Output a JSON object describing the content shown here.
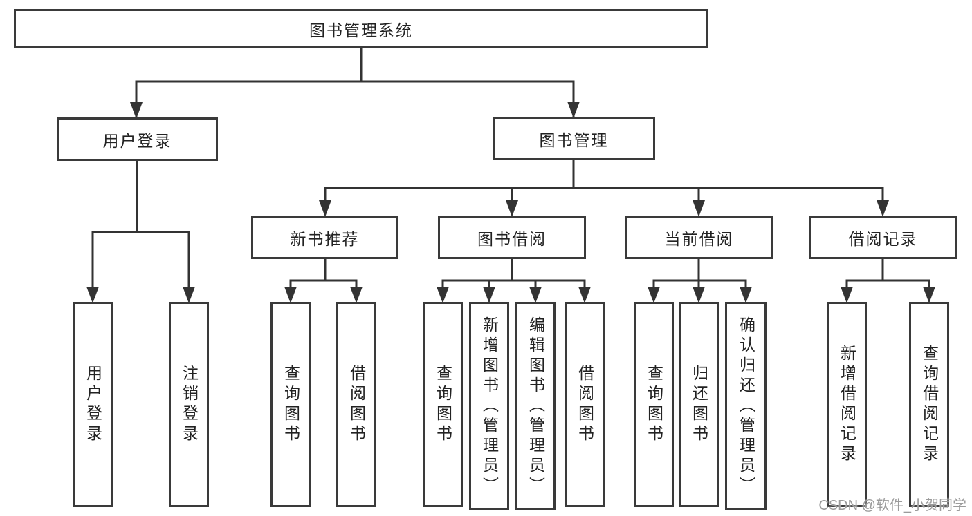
{
  "diagram": {
    "type": "tree-structure-chart",
    "title": "图书管理系统",
    "colors": {
      "background": "#ffffff",
      "box_border": "#3a3a3a",
      "line": "#333333",
      "text": "#222222",
      "watermark": "#9b9b9b"
    },
    "nodes": {
      "root": {
        "label": "图书管理系统"
      },
      "user_login": {
        "label": "用户登录"
      },
      "book_mgmt": {
        "label": "图书管理"
      },
      "new_book_rec": {
        "label": "新书推荐"
      },
      "book_borrow": {
        "label": "图书借阅"
      },
      "current_borrow": {
        "label": "当前借阅"
      },
      "borrow_record": {
        "label": "借阅记录"
      },
      "login": {
        "label": "用户登录"
      },
      "logout": {
        "label": "注销登录"
      },
      "query_book_1": {
        "label": "查询图书"
      },
      "borrow_book_1": {
        "label": "借阅图书"
      },
      "query_book_2": {
        "label": "查询图书"
      },
      "add_book": {
        "label": "新增图书（管理员）"
      },
      "edit_book": {
        "label": "编辑图书（管理员）"
      },
      "borrow_book_2": {
        "label": "借阅图书"
      },
      "query_book_3": {
        "label": "查询图书"
      },
      "return_book": {
        "label": "归还图书"
      },
      "confirm_return": {
        "label": "确认归还（管理员）"
      },
      "add_record": {
        "label": "新增借阅记录"
      },
      "query_record": {
        "label": "查询借阅记录"
      }
    },
    "hierarchy": {
      "图书管理系统": {
        "用户登录": [
          "用户登录",
          "注销登录"
        ],
        "图书管理": {
          "新书推荐": [
            "查询图书",
            "借阅图书"
          ],
          "图书借阅": [
            "查询图书",
            "新增图书（管理员）",
            "编辑图书（管理员）",
            "借阅图书"
          ],
          "当前借阅": [
            "查询图书",
            "归还图书",
            "确认归还（管理员）"
          ],
          "借阅记录": [
            "新增借阅记录",
            "查询借阅记录"
          ]
        }
      }
    },
    "watermark": "CSDN @软件_小贺同学"
  }
}
